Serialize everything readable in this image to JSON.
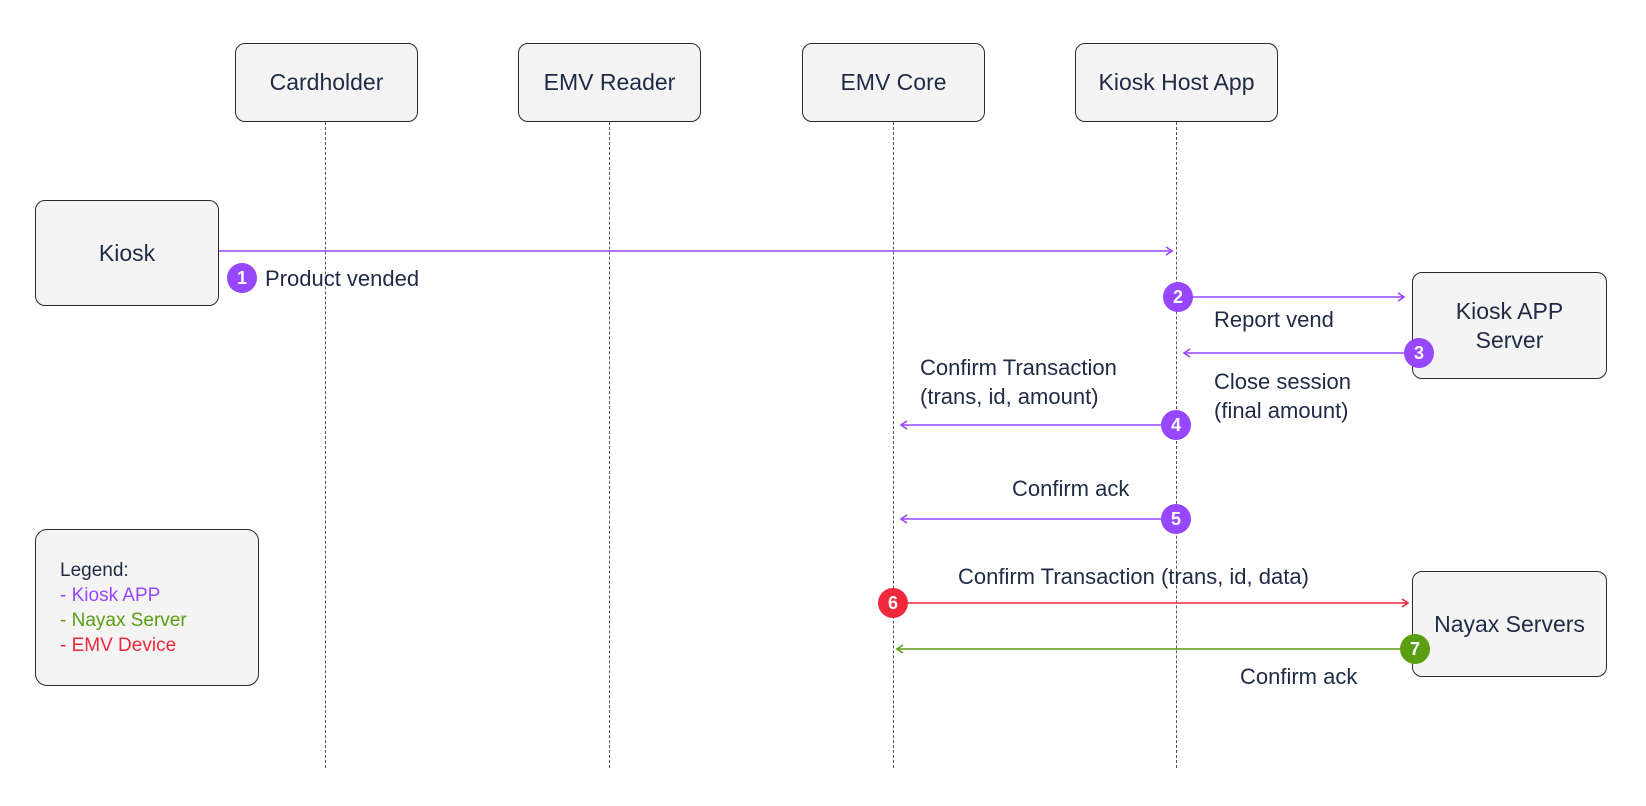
{
  "participants": {
    "cardholder": "Cardholder",
    "emv_reader": "EMV Reader",
    "emv_core": "EMV Core",
    "kiosk_host_app": "Kiosk Host App"
  },
  "external": {
    "kiosk": "Kiosk",
    "kiosk_app_server": "Kiosk APP\nServer",
    "nayax_servers": "Nayax Servers"
  },
  "steps": [
    {
      "num": "1",
      "label": "Product vended",
      "color": "#9747ff"
    },
    {
      "num": "2",
      "label": "Report vend",
      "color": "#9747ff"
    },
    {
      "num": "3",
      "label": "Close session\n(final amount)",
      "color": "#9747ff"
    },
    {
      "num": "4",
      "label": "Confirm Transaction\n(trans, id, amount)",
      "color": "#9747ff"
    },
    {
      "num": "5",
      "label": "Confirm ack",
      "color": "#9747ff"
    },
    {
      "num": "6",
      "label": "Confirm Transaction (trans, id, data)",
      "color": "#f0283c"
    },
    {
      "num": "7",
      "label": "Confirm ack",
      "color": "#5a9e12"
    }
  ],
  "legend": {
    "title": "Legend:",
    "items": [
      {
        "text": "- Kiosk APP",
        "color": "#9747ff"
      },
      {
        "text": "- Nayax Server",
        "color": "#5a9e12"
      },
      {
        "text": "- EMV Device",
        "color": "#f0283c"
      }
    ]
  }
}
